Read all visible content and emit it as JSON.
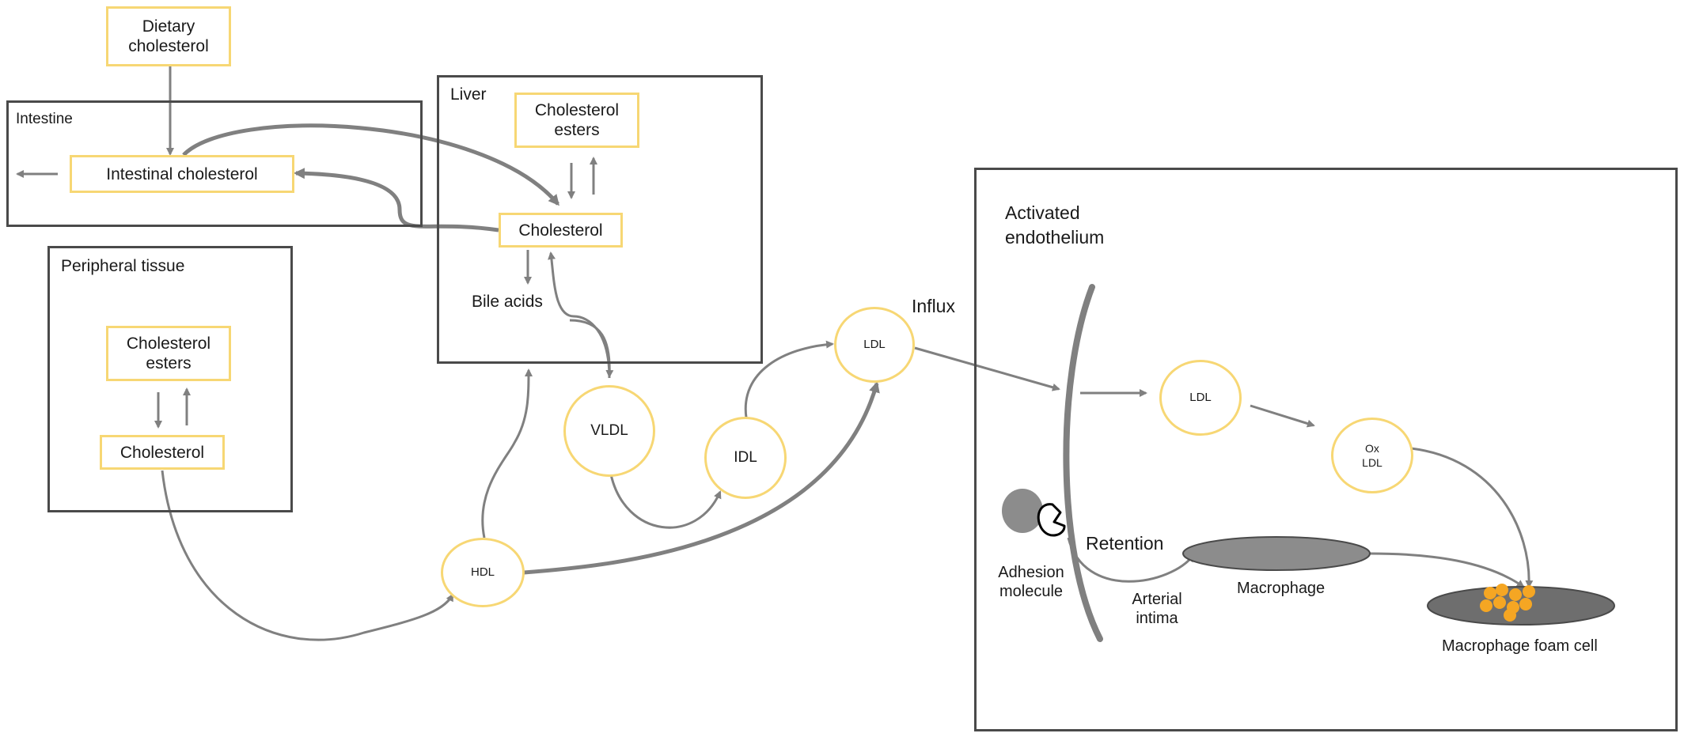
{
  "regions": {
    "intestine": "Intestine",
    "liver": "Liver",
    "peripheral": "Peripheral tissue"
  },
  "boxes": {
    "dietary_cholesterol": "Dietary\ncholesterol",
    "intestinal_cholesterol": "Intestinal cholesterol",
    "liver_cholesterol_esters": "Cholesterol\nesters",
    "liver_cholesterol": "Cholesterol",
    "peripheral_cholesterol_esters": "Cholesterol\nesters",
    "peripheral_cholesterol": "Cholesterol"
  },
  "labels": {
    "bile_acids": "Bile acids",
    "influx": "Influx",
    "activated_endothelium": "Activated\nendothelium",
    "retention": "Retention",
    "adhesion_molecule": "Adhesion\nmolecule",
    "arterial_intima": "Arterial\nintima",
    "macrophage": "Macrophage",
    "macrophage_foam_cell": "Macrophage foam cell"
  },
  "particles": {
    "vldl": "VLDL",
    "idl": "IDL",
    "ldl": "LDL",
    "hdl": "HDL",
    "ldl_intima": "LDL",
    "ox_ldl": "Ox\nLDL"
  },
  "colors": {
    "box_border": "#f7d774",
    "arrow": "#808080",
    "region_border": "#4a4a4a",
    "macrophage_fill": "#8c8c8c",
    "foam_cell_fill": "#6e6e6e",
    "lipid_droplet": "#f5a623"
  }
}
